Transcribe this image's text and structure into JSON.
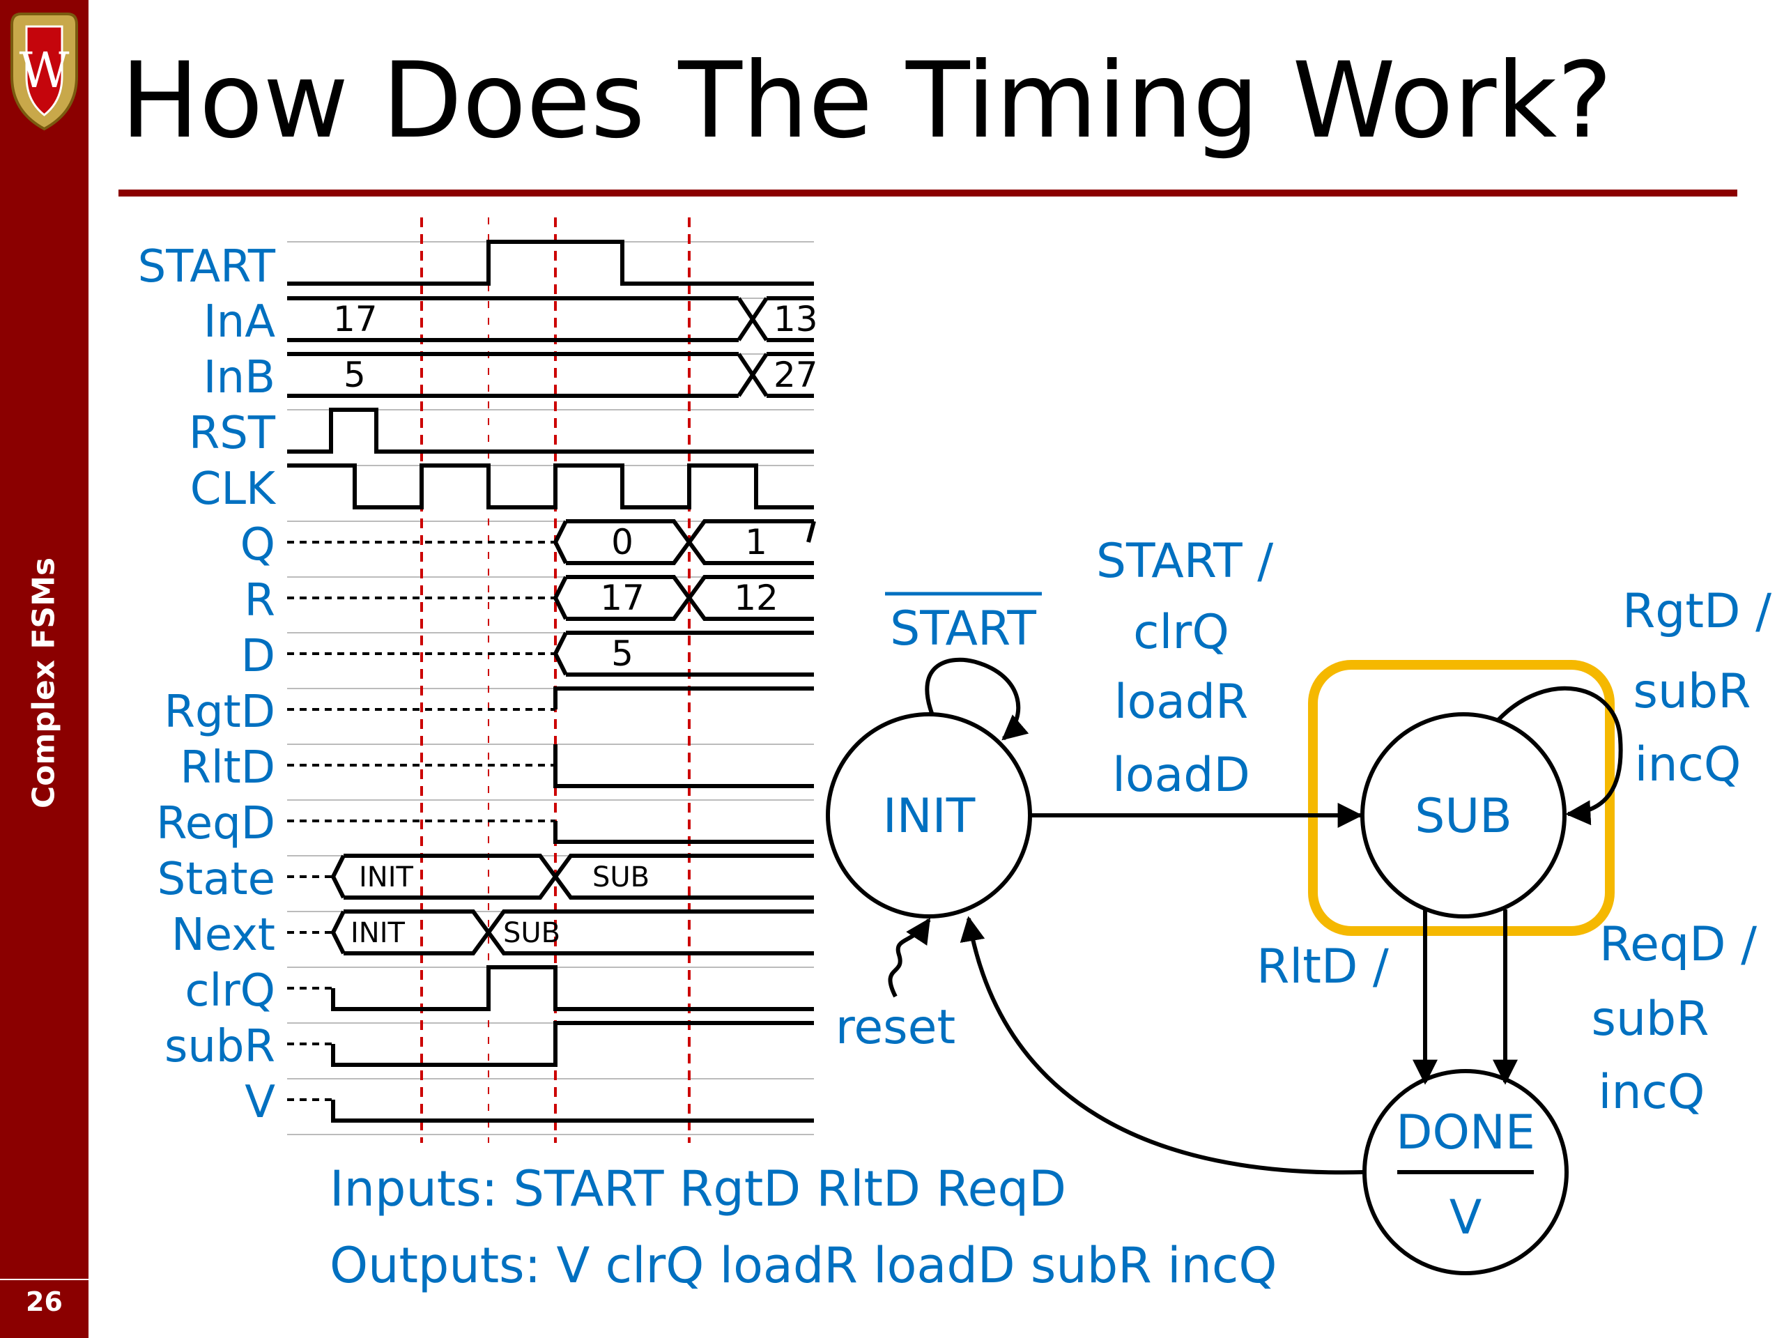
{
  "sidebar": {
    "title": "Complex FSMs",
    "page_number": "26",
    "logo_letter": "W"
  },
  "title": "How Does The Timing Work?",
  "signals": [
    "START",
    "InA",
    "InB",
    "RST",
    "CLK",
    "Q",
    "R",
    "D",
    "RgtD",
    "RltD",
    "ReqD",
    "State",
    "Next",
    "clrQ",
    "subR",
    "V"
  ],
  "bus_values": {
    "ina_before": "17",
    "ina_after": "13",
    "inb_before": "5",
    "inb_after": "27",
    "q": [
      "0",
      "1"
    ],
    "r": [
      "17",
      "12"
    ],
    "d": "5",
    "state": [
      "INIT",
      "SUB"
    ],
    "next": [
      "INIT",
      "SUB"
    ]
  },
  "fsm": {
    "states": {
      "init": "INIT",
      "sub": "SUB",
      "done_top": "DONE",
      "done_bottom": "V"
    },
    "init_self_loop": "START",
    "init_to_sub": [
      "START /",
      "clrQ",
      "loadR",
      "loadD"
    ],
    "sub_self_loop": [
      "RgtD /",
      "subR",
      "incQ"
    ],
    "sub_to_done_left": "RltD /",
    "sub_to_done_right": [
      "ReqD /",
      "subR",
      "incQ"
    ],
    "reset_label": "reset",
    "highlight_color": "#f5b800"
  },
  "footer": {
    "inputs": "Inputs: START RgtD RltD ReqD",
    "outputs": "Outputs: V clrQ loadR loadD subR incQ"
  },
  "colors": {
    "accent": "#8b0000",
    "label_blue": "#0070c0",
    "clock_marker": "#cc0000"
  }
}
